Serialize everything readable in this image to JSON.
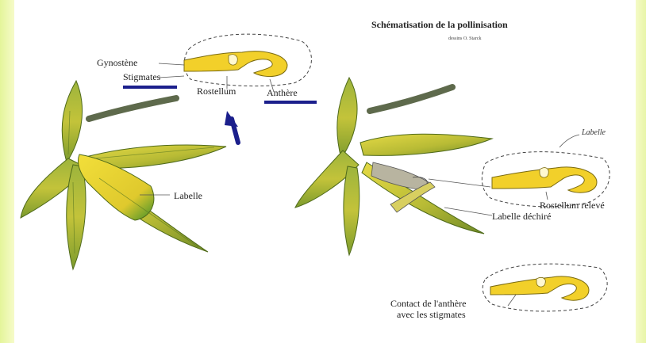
{
  "header": {
    "title": "Schématisation de la pollinisation",
    "credit": "dessins O. Starck"
  },
  "labels": {
    "gynostene": "Gynostène",
    "stigmates": "Stigmates",
    "rostellum": "Rostellum",
    "anthere": "Anthère",
    "labelle": "Labelle",
    "labelle_script": "Labelle",
    "rostellum_releve": "Rostellum relevé",
    "labelle_dechire": "Labelle déchiré",
    "contact_line1": "Contact de l'anthère",
    "contact_line2": "avec les stigmates"
  },
  "colors": {
    "petal_yellow": "#d9d23a",
    "petal_green": "#8aa234",
    "vein_dark": "#4f6a1a",
    "stem": "#5e6a4c",
    "underline": "#1b1f8c",
    "arrow": "#1b1f8c",
    "column_yellow": "#f2d02a"
  },
  "icons": [
    "arrow-up-icon"
  ]
}
